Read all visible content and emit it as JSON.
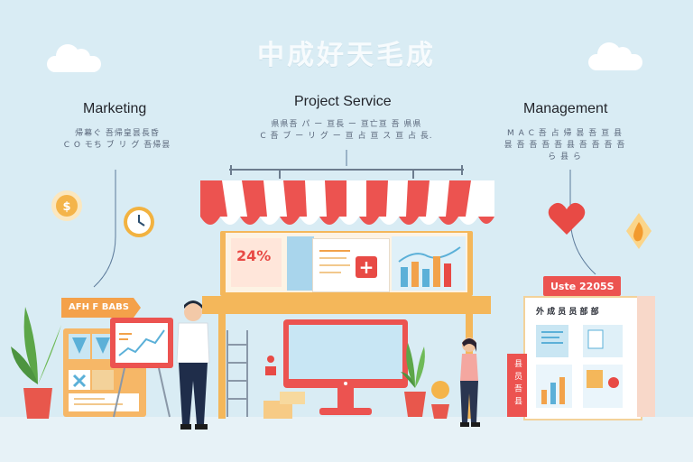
{
  "header": {
    "title": "中成好天毛成"
  },
  "sections": [
    {
      "title": "Marketing",
      "desc_lines": [
        "帰幕ぐ 吾帰皇昙長昏",
        "C O モち ブ リ グ 吾帰昙"
      ]
    },
    {
      "title": "Project Service",
      "desc_lines": [
        "県県吾 パ ー 亘長 ー 亘亡亘 吾 県県",
        "C 吾 ブ ー リ グ ー 亘 占 亘 ス 亘 占 長."
      ]
    },
    {
      "title": "Management",
      "desc_lines": [
        "M A C 吾 占 帰 昙 吾 亘 县",
        "昙 吾 吾 吾 吾 县 吾 吾 吾 吾",
        "ら 县 ら"
      ]
    }
  ],
  "shop": {
    "stat_text": "24%",
    "plus_symbol": "+"
  },
  "left_panel": {
    "banner_text": "AFH F ВАВS"
  },
  "right_board": {
    "header_text": "Uste 2205S",
    "subtitle": "外 成 员 员 部 部",
    "vertical_text": "县 员 吾 县"
  },
  "colors": {
    "background": "#d9ecf4",
    "accent_red": "#e84a45",
    "accent_orange": "#f4a14a",
    "accent_blue": "#5bb0d8",
    "awning_stripe": "#ec5350"
  },
  "icons": [
    "dollar-icon",
    "clock-icon",
    "heart-icon",
    "fire-icon",
    "plus-icon",
    "cloud-icon"
  ]
}
